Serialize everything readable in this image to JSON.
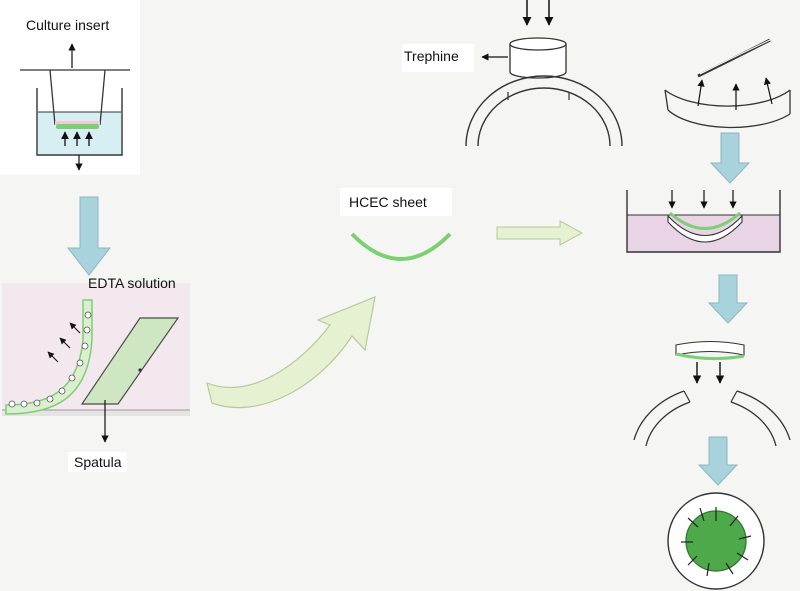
{
  "labels": {
    "culture_insert": "Culture insert",
    "edta_solution": "EDTA solution",
    "spatula": "Spatula",
    "hcec_sheet": "HCEC sheet",
    "trephine": "Trephine"
  },
  "colors": {
    "background": "#f5f5f3",
    "medium_blue": "#d7eef2",
    "edta_pink": "#f4e8ef",
    "dish_pink": "#e9d4e6",
    "cell_green": "#7ccf73",
    "flow_arrow_blue": "#a9d3dc",
    "curved_arrow_green": "#e6f1d2",
    "spatula_green": "#cfe6c2",
    "graft_green": "#4da94a"
  }
}
